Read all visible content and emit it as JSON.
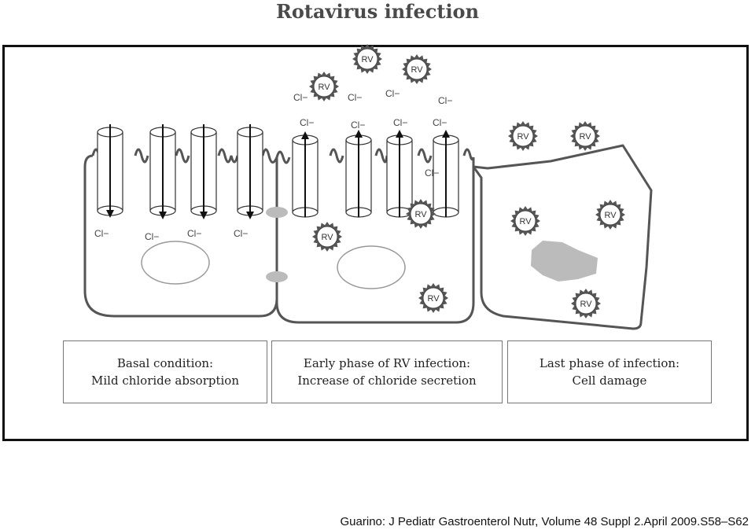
{
  "title": "Rotavirus infection",
  "labels": {
    "chloride": "Cl−",
    "virus": "RV"
  },
  "captions": {
    "basal": {
      "line1": "Basal condition:",
      "line2": "Mild chloride absorption"
    },
    "early": {
      "line1": "Early phase of RV infection:",
      "line2": "Increase of chloride secretion"
    },
    "last": {
      "line1": "Last phase of infection:",
      "line2": "Cell damage"
    }
  },
  "citation": "Guarino: J Pediatr Gastroenterol Nutr, Volume 48 Suppl 2.April 2009.S58–S62"
}
